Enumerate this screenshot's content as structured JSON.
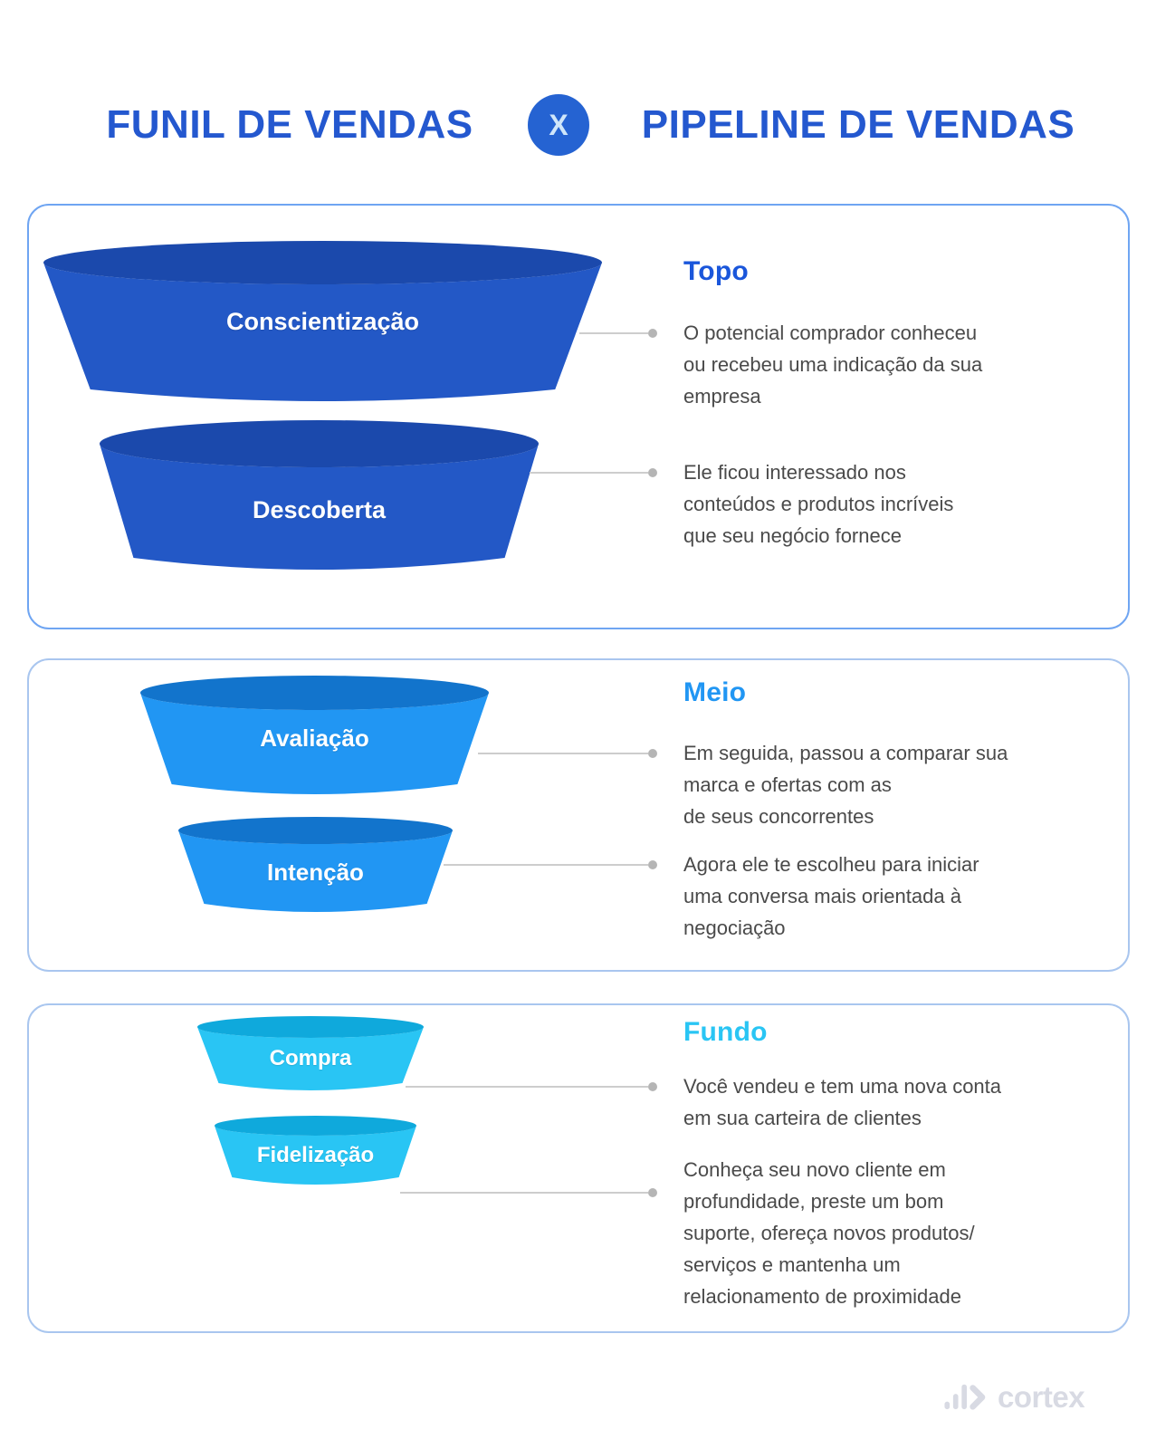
{
  "header": {
    "left_title": "FUNIL DE VENDAS",
    "vs_label": "X",
    "right_title": "PIPELINE DE VENDAS",
    "title_color": "#2458cf",
    "vs_circle_color": "#2563d2"
  },
  "sections": [
    {
      "heading": "Topo",
      "heading_color": "#1a56db",
      "funnel_body_color": "#2358c6",
      "funnel_rim_color": "#1b49ac",
      "stages": [
        {
          "label": "Conscientização",
          "description": "O potencial comprador conheceu\nou recebeu uma indicação da sua\nempresa"
        },
        {
          "label": "Descoberta",
          "description": "Ele ficou interessado nos\nconteúdos e produtos incríveis\nque seu negócio fornece"
        }
      ]
    },
    {
      "heading": "Meio",
      "heading_color": "#2196f3",
      "funnel_body_color": "#2196f3",
      "funnel_rim_color": "#1274cc",
      "stages": [
        {
          "label": "Avaliação",
          "description": "Em seguida, passou a comparar sua\nmarca e ofertas com as\nde seus concorrentes"
        },
        {
          "label": "Intenção",
          "description": "Agora ele te escolheu para iniciar\numa conversa mais orientada à\nnegociação"
        }
      ]
    },
    {
      "heading": "Fundo",
      "heading_color": "#29c5f4",
      "funnel_body_color": "#29c5f4",
      "funnel_rim_color": "#0fa9dc",
      "stages": [
        {
          "label": "Compra",
          "description": "Você vendeu e tem uma nova conta\nem sua carteira de clientes"
        },
        {
          "label": "Fidelização",
          "description": "Conheça seu novo cliente em\nprofundidade, preste um bom\nsuporte, ofereça novos produtos/\nserviços e mantenha um\nrelacionamento de proximidade"
        }
      ]
    }
  ],
  "footer": {
    "brand": "cortex"
  }
}
